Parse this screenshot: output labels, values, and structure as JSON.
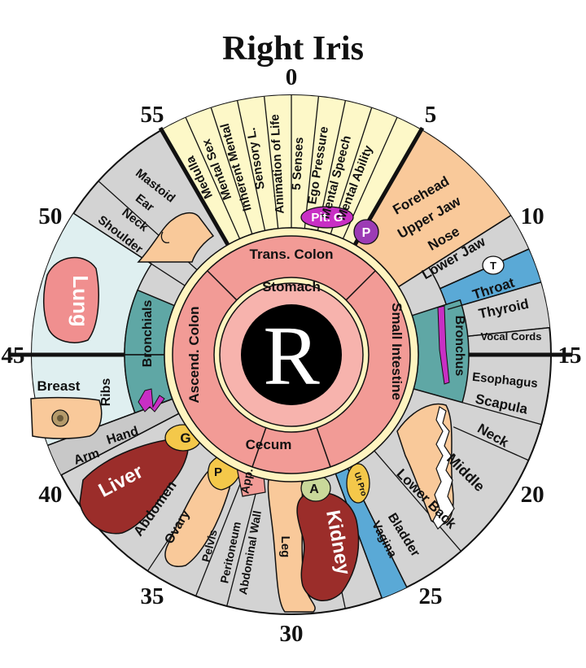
{
  "title": "Right Iris",
  "center_letter": "R",
  "clock_numbers": [
    "0",
    "5",
    "10",
    "15",
    "20",
    "25",
    "30",
    "35",
    "40",
    "45",
    "50",
    "55"
  ],
  "inner_ring": {
    "stomach": "Stomach",
    "trans_colon": "Trans. Colon",
    "small_intestine": "Small Intestine",
    "cecum": "Cecum",
    "ascend_colon": "Ascend. Colon"
  },
  "zones": {
    "mental_ability": "Mental Ability",
    "mental_speech": "Mental Speech",
    "ego_pressure": "Ego Pressure",
    "five_senses": "5 Senses",
    "animation_of_life": "Animation of Life",
    "sensory": "Sensory L.",
    "inherent_mental": "Inherent Mental",
    "mental_sex": "Mental Sex",
    "medulla": "Medulla",
    "pit_g": "Pit. G",
    "p_top": "P",
    "forehead": "Forehead",
    "upper_jaw": "Upper Jaw",
    "nose": "Nose",
    "lower_jaw": "Lower Jaw",
    "t_badge": "T",
    "throat": "Throat",
    "thyroid": "Thyroid",
    "vocal_cords": "Vocal Cords",
    "bronchus": "Bronchus",
    "esophagus": "Esophagus",
    "scapula": "Scapula",
    "neck_right": "Neck",
    "middle": "Middle",
    "lower_back": "Lower Back",
    "bladder": "Bladder",
    "vagina": "Vagina",
    "ut_pro": "Ut Pro",
    "kidney": "Kidney",
    "a_badge": "A",
    "leg": "Leg",
    "abdominal_wall": "Abdominal Wall",
    "peritoneum": "Peritoneum",
    "pelvis": "Pelvis",
    "app": "App.",
    "p_bottom": "P",
    "ovary": "Ovary",
    "abdomen": "Abdomen",
    "liver": "Liver",
    "g_badge": "G",
    "arm": "Arm",
    "hand": "Hand",
    "breast": "Breast",
    "ribs": "Ribs",
    "bronchials": "Bronchials",
    "lung": "Lung",
    "mastoid": "Mastoid",
    "ear": "Ear",
    "neck_left": "Neck",
    "shoulder": "Shoulder"
  },
  "colors": {
    "mental_zone": "#fdf8c8",
    "body_gray": "#d3d3d3",
    "skin": "#f9c99a",
    "teal": "#5fa7a5",
    "blue": "#5aa9d6",
    "light_blue": "#dfeff0",
    "liver_red": "#9b2d2a",
    "pink_ring": "#f29b96",
    "cream_ring": "#fff4c0",
    "purple": "#9c3bb5",
    "magenta": "#c82fc4"
  }
}
